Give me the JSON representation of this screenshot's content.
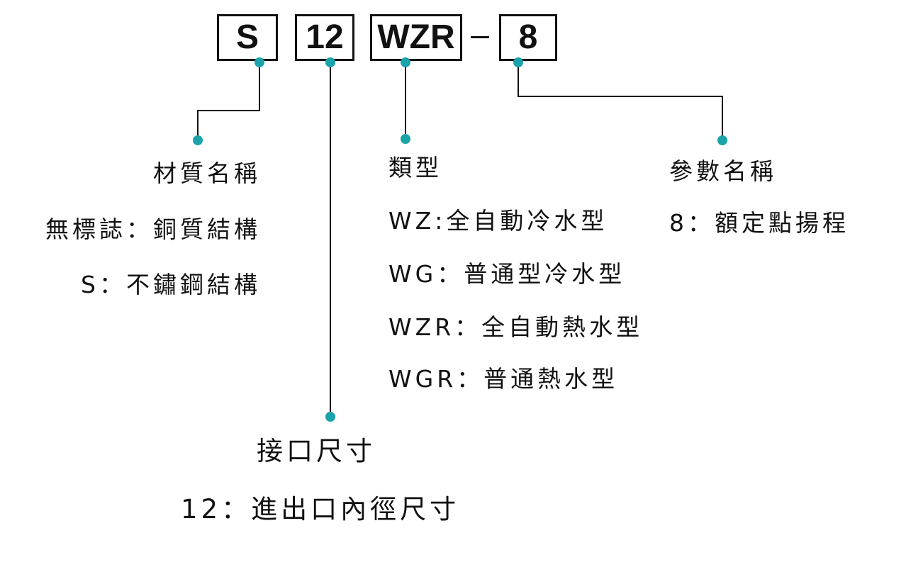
{
  "code": {
    "parts": [
      "S",
      "12",
      "WZR",
      "8"
    ],
    "separator": "-"
  },
  "groups": {
    "material": {
      "title": "材質名稱",
      "lines": [
        "無標誌：銅質結構",
        "S：不鏽鋼結構"
      ]
    },
    "size": {
      "title": "接口尺寸",
      "lines": [
        "12：進出口內徑尺寸"
      ]
    },
    "type": {
      "title": "類型",
      "lines": [
        "WZ:全自動冷水型",
        "WG：普通型冷水型",
        "WZR：全自動熱水型",
        "WGR：普通熱水型"
      ]
    },
    "param": {
      "title": "參數名稱",
      "lines": [
        "8：額定點揚程"
      ]
    }
  },
  "colors": {
    "dot": "#1aa3a8",
    "line": "#111111",
    "text": "#111111"
  }
}
